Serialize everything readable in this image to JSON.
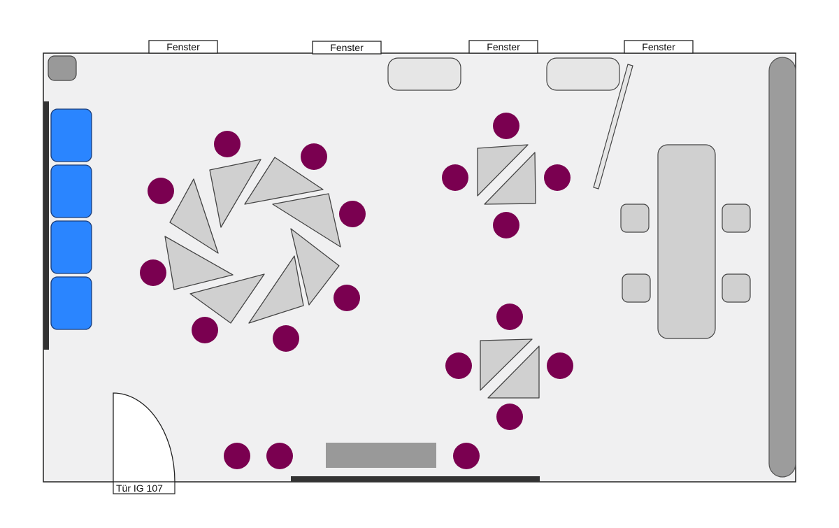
{
  "labels": {
    "window_1": "Fenster",
    "window_2": "Fenster",
    "window_3": "Fenster",
    "window_4": "Fenster",
    "door": "Tür IG 107"
  },
  "colors": {
    "floor": "#f0f0f1",
    "outline": "#222222",
    "seat": "#7a0050",
    "table": "#d0d0d0",
    "bench": "#2a85ff",
    "cabinet": "#999999",
    "wall_panel": "#9c9c9c",
    "dark_wall": "#333333"
  },
  "icons": {
    "door": "door-swing-icon",
    "seat": "round-stool-icon"
  }
}
